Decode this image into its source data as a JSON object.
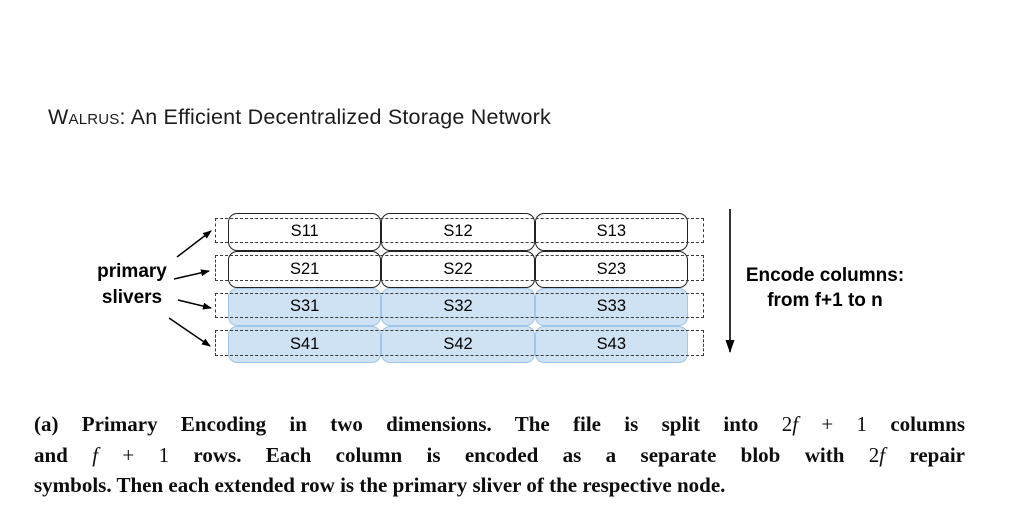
{
  "page": {
    "background": "#ffffff"
  },
  "title": {
    "smallcaps": "Walrus",
    "rest": ": An Efficient Decentralized Storage Network"
  },
  "diagram": {
    "left_label": {
      "line1": "primary",
      "line2": "slivers"
    },
    "encode_label": {
      "line1": "Encode columns:",
      "line2": "from f+1 to n"
    },
    "rows": [
      {
        "highlighted": false,
        "cells": [
          "S11",
          "S12",
          "S13"
        ]
      },
      {
        "highlighted": false,
        "cells": [
          "S21",
          "S22",
          "S23"
        ]
      },
      {
        "highlighted": true,
        "cells": [
          "S31",
          "S32",
          "S33"
        ]
      },
      {
        "highlighted": true,
        "cells": [
          "S41",
          "S42",
          "S43"
        ]
      }
    ],
    "colors": {
      "page_bg": "#ffffff",
      "plain_border": "#222222",
      "dashed_border": "#3a3a3a",
      "highlight_fill": "#cfe2f3",
      "highlight_border": "#9fc5e8",
      "arrow": "#000000"
    }
  },
  "caption": {
    "lines": [
      [
        {
          "t": "(a) Primary Encoding in two dimensions. The file is split into ",
          "c": "b"
        },
        {
          "t": "2",
          "c": "m"
        },
        {
          "t": "f",
          "c": "mi"
        },
        {
          "t": " + 1",
          "c": "m"
        },
        {
          "t": " columns",
          "c": "b"
        }
      ],
      [
        {
          "t": "and ",
          "c": "b"
        },
        {
          "t": "f",
          "c": "mi"
        },
        {
          "t": " + 1",
          "c": "m"
        },
        {
          "t": " rows. Each column is encoded as a separate blob with ",
          "c": "b"
        },
        {
          "t": "2",
          "c": "m"
        },
        {
          "t": "f",
          "c": "mi"
        },
        {
          "t": " repair",
          "c": "b"
        }
      ],
      [
        {
          "t": "symbols. Then each extended row is the primary sliver of the respective node.",
          "c": "b"
        }
      ]
    ]
  }
}
